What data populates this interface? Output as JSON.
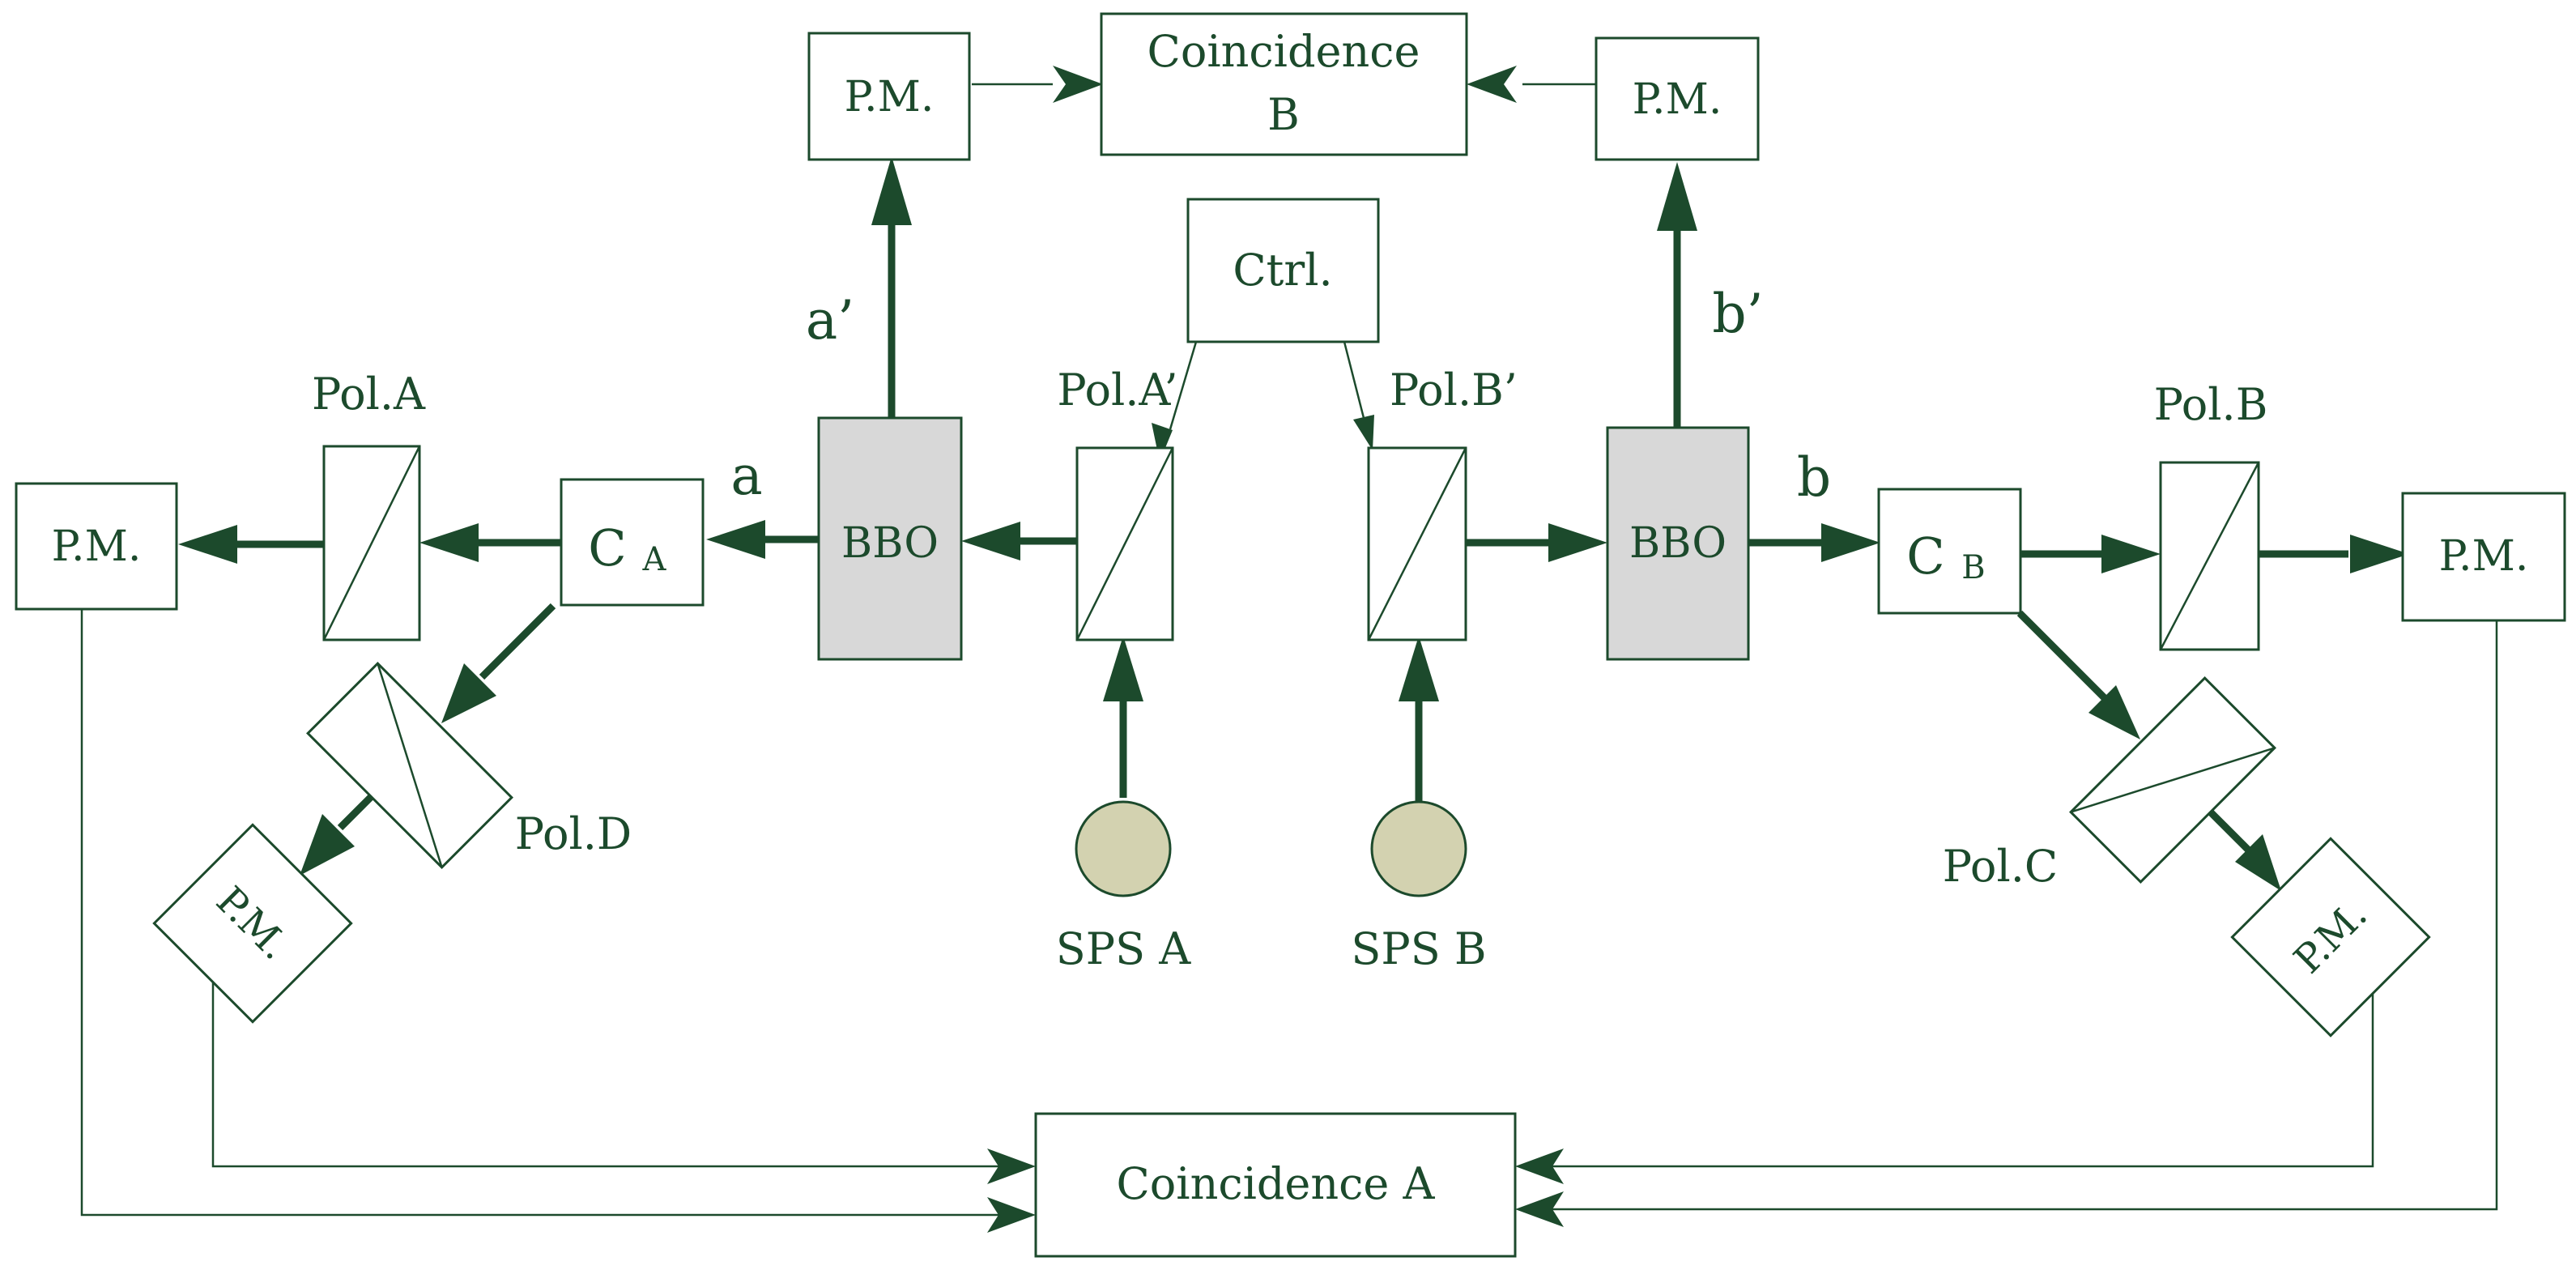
{
  "colors": {
    "ink": "#1c4a2c",
    "crystal_fill": "#d8d8d8",
    "source_fill": "#d3d2b0"
  },
  "labels": {
    "pm": "P.M.",
    "coincidence_a": "Coincidence A",
    "coincidence_b_line1": "Coincidence",
    "coincidence_b_line2": "B",
    "ctrl": "Ctrl.",
    "bbo": "BBO",
    "ca_main": "C",
    "ca_sub": "A",
    "cb_main": "C",
    "cb_sub": "B",
    "pol_a": "Pol.A",
    "pol_b": "Pol.B",
    "pol_c": "Pol.C",
    "pol_d": "Pol.D",
    "pol_a_prime": "Pol.A’",
    "pol_b_prime": "Pol.B’",
    "sps_a": "SPS A",
    "sps_b": "SPS B",
    "path_a": "a",
    "path_b": "b",
    "path_a_prime": "a’",
    "path_b_prime": "b’"
  }
}
